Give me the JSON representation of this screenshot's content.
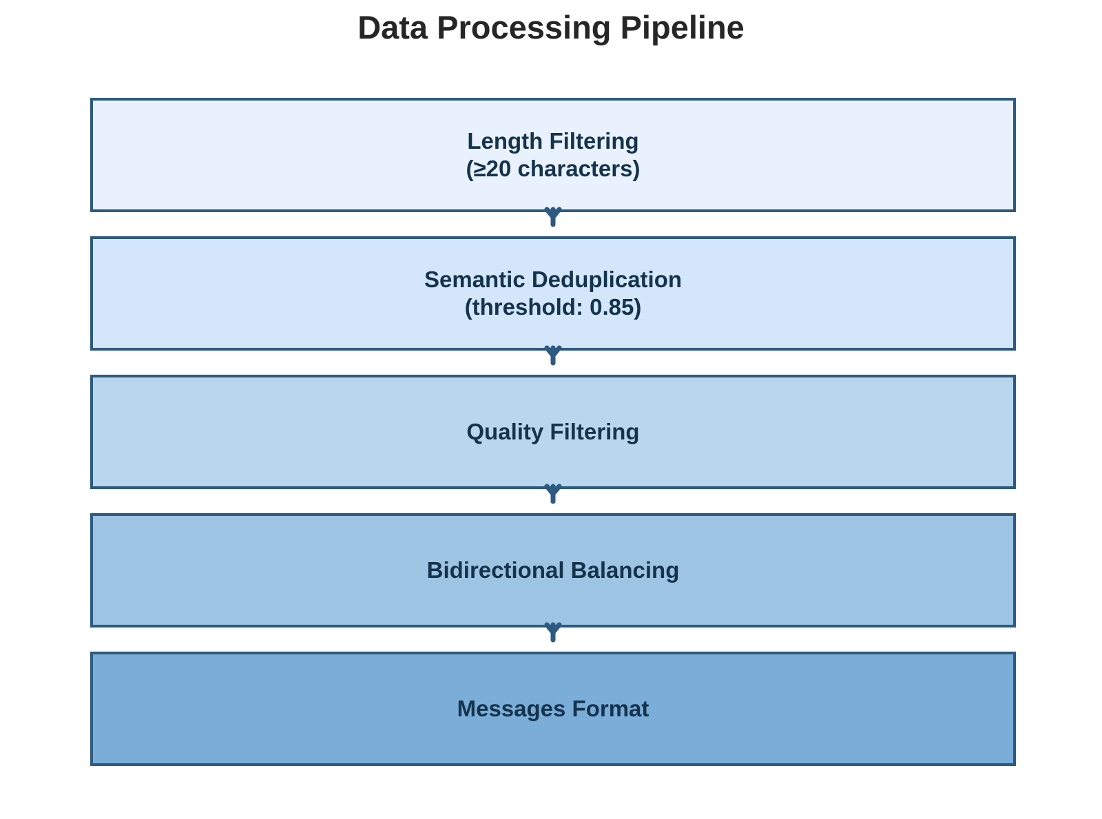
{
  "title": "Data Processing Pipeline",
  "colors": {
    "border": "#2d5a80",
    "text": "#15334c",
    "arrow": "#2d5a80"
  },
  "stages": [
    {
      "line1": "Length Filtering",
      "line2": "(≥20 characters)",
      "fill": "#e9f2fc"
    },
    {
      "line1": "Semantic Deduplication",
      "line2": "(threshold: 0.85)",
      "fill": "#d4e7fa"
    },
    {
      "line1": "Quality Filtering",
      "line2": "",
      "fill": "#b8d7ef"
    },
    {
      "line1": "Bidirectional Balancing",
      "line2": "",
      "fill": "#9dc4e3"
    },
    {
      "line1": "Messages Format",
      "line2": "",
      "fill": "#7badd9"
    }
  ]
}
